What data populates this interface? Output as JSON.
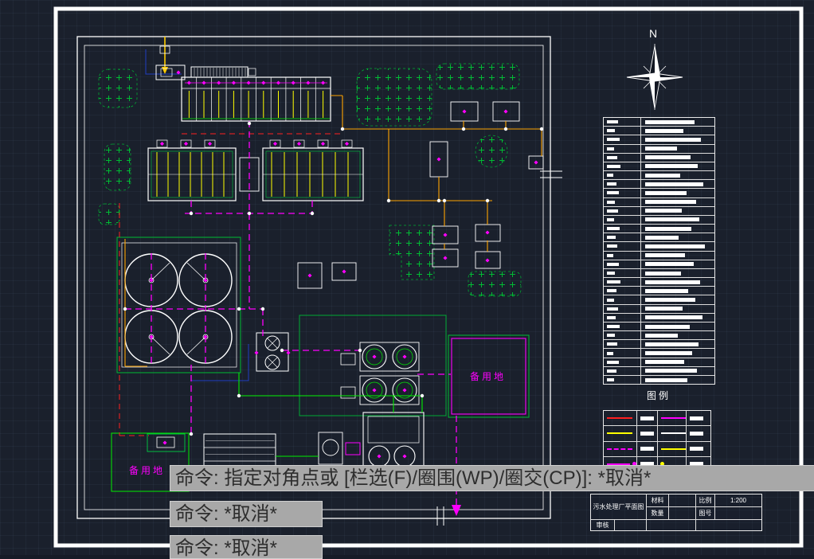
{
  "palette": {
    "background": "#1a202c",
    "frame": "#ffffff",
    "magenta": "#ff00ff",
    "red": "#ff2020",
    "yellow": "#ffff00",
    "orange": "#ffa500",
    "green": "#00ee00",
    "blue": "#2244dd",
    "command_bg": "#a8a8a8",
    "command_text": "#2e2e2e"
  },
  "compass": {
    "label": "N"
  },
  "plan": {
    "reserve_label_left": "备用地",
    "reserve_label_right": "备用地"
  },
  "legend": {
    "title": "图例",
    "rows": [
      {
        "tick": 14,
        "bar": 62
      },
      {
        "tick": 10,
        "bar": 48
      },
      {
        "tick": 16,
        "bar": 70
      },
      {
        "tick": 9,
        "bar": 40
      },
      {
        "tick": 13,
        "bar": 57
      },
      {
        "tick": 17,
        "bar": 66
      },
      {
        "tick": 8,
        "bar": 44
      },
      {
        "tick": 12,
        "bar": 73
      },
      {
        "tick": 15,
        "bar": 52
      },
      {
        "tick": 10,
        "bar": 64
      },
      {
        "tick": 14,
        "bar": 46
      },
      {
        "tick": 9,
        "bar": 68
      },
      {
        "tick": 16,
        "bar": 58
      },
      {
        "tick": 11,
        "bar": 42
      },
      {
        "tick": 13,
        "bar": 75
      },
      {
        "tick": 8,
        "bar": 50
      },
      {
        "tick": 15,
        "bar": 61
      },
      {
        "tick": 10,
        "bar": 45
      },
      {
        "tick": 17,
        "bar": 69
      },
      {
        "tick": 12,
        "bar": 54
      },
      {
        "tick": 9,
        "bar": 63
      },
      {
        "tick": 14,
        "bar": 47
      },
      {
        "tick": 11,
        "bar": 72
      },
      {
        "tick": 16,
        "bar": 56
      },
      {
        "tick": 10,
        "bar": 41
      },
      {
        "tick": 13,
        "bar": 67
      },
      {
        "tick": 8,
        "bar": 59
      },
      {
        "tick": 15,
        "bar": 49
      },
      {
        "tick": 12,
        "bar": 65
      },
      {
        "tick": 9,
        "bar": 53
      }
    ],
    "samples": [
      {
        "left_color": "#ff2020",
        "left_style": "solid",
        "right_color": "#ff00ff",
        "right_style": "solid"
      },
      {
        "left_color": "#ffff00",
        "left_style": "solid",
        "right_color": "#ffffff",
        "right_style": "solid"
      },
      {
        "left_color": "#ff00ff",
        "left_style": "dashed",
        "right_color": "#ffff00",
        "right_style": "solid"
      },
      {
        "left_color": "#ff00ff",
        "left_style": "solid-dot",
        "right_color": "#ffff00",
        "right_style": "dot"
      }
    ]
  },
  "title_block": {
    "drawing_title": "污水处理厂平面图",
    "material_label": "材料",
    "quantity_label": "数量",
    "scale_label": "比例",
    "scale_value": "1:200",
    "sheet_label": "图号",
    "review_label": "审核"
  },
  "command_line": {
    "line1": "命令: 指定对角点或 [栏选(F)/圈围(WP)/圈交(CP)]: *取消*",
    "line2": "命令: *取消*",
    "line3": "命令: *取消*"
  }
}
